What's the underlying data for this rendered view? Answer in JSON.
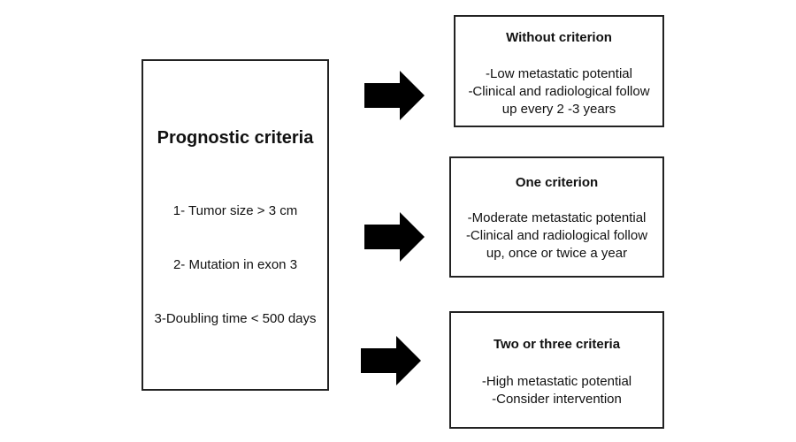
{
  "prognostic": {
    "title": "Prognostic criteria",
    "criteria": [
      "1- Tumor size > 3 cm",
      "2- Mutation  in exon 3",
      "3-Doubling time < 500 days"
    ]
  },
  "outcomes": [
    {
      "title": "Without criterion",
      "lines": [
        "-Low metastatic potential",
        "-Clinical and radiological follow",
        "up every 2 -3 years"
      ]
    },
    {
      "title": "One criterion",
      "lines": [
        "-Moderate metastatic potential",
        "-Clinical and radiological follow",
        "up, once or twice a year"
      ]
    },
    {
      "title": "Two or three criteria",
      "lines": [
        "-High metastatic potential",
        "-Consider intervention"
      ]
    }
  ]
}
